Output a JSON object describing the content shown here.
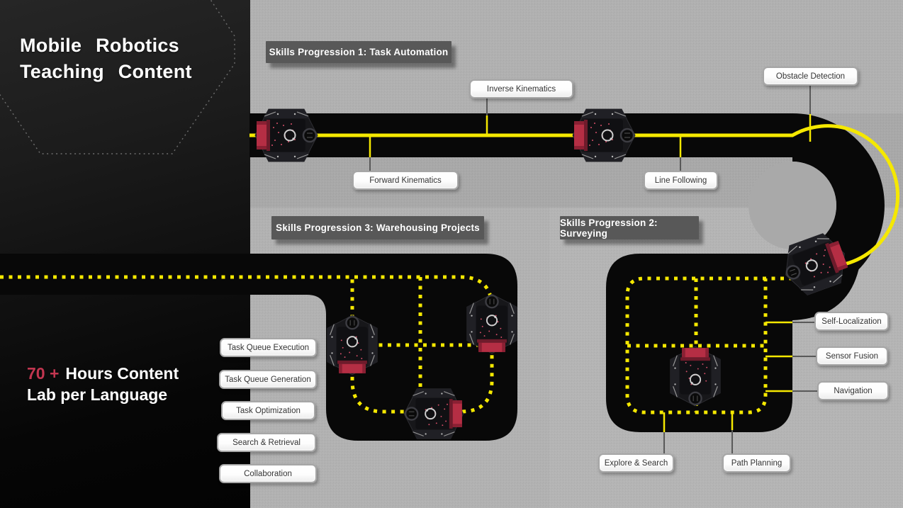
{
  "slide": {
    "title_line1": "Mobile Robotics",
    "title_line2": "Teaching Content",
    "stat": {
      "highlight": "70 +",
      "line1": "Hours Content",
      "line2": "Lab per Language"
    }
  },
  "headers": {
    "sp1": "Skills Progression 1: Task Automation",
    "sp2": "Skills Progression 2: Surveying",
    "sp3": "Skills Progression 3: Warehousing Projects"
  },
  "labels": {
    "inverse_kinematics": "Inverse Kinematics",
    "forward_kinematics": "Forward Kinematics",
    "line_following": "Line Following",
    "obstacle_detection": "Obstacle Detection",
    "self_localization": "Self-Localization",
    "sensor_fusion": "Sensor Fusion",
    "navigation": "Navigation",
    "explore_search": "Explore & Search",
    "path_planning": "Path Planning",
    "task_queue_execution": "Task Queue Execution",
    "task_queue_generation": "Task Queue Generation",
    "task_optimization": "Task Optimization",
    "search_retrieval": "Search & Retrieval",
    "collaboration": "Collaboration"
  },
  "colors": {
    "accent_red": "#c23650",
    "road_yellow": "#f5e800",
    "road_black": "#080808",
    "header_gray": "#585858",
    "background_gray": "#b1b1b1",
    "label_border": "#a6a6a6"
  }
}
